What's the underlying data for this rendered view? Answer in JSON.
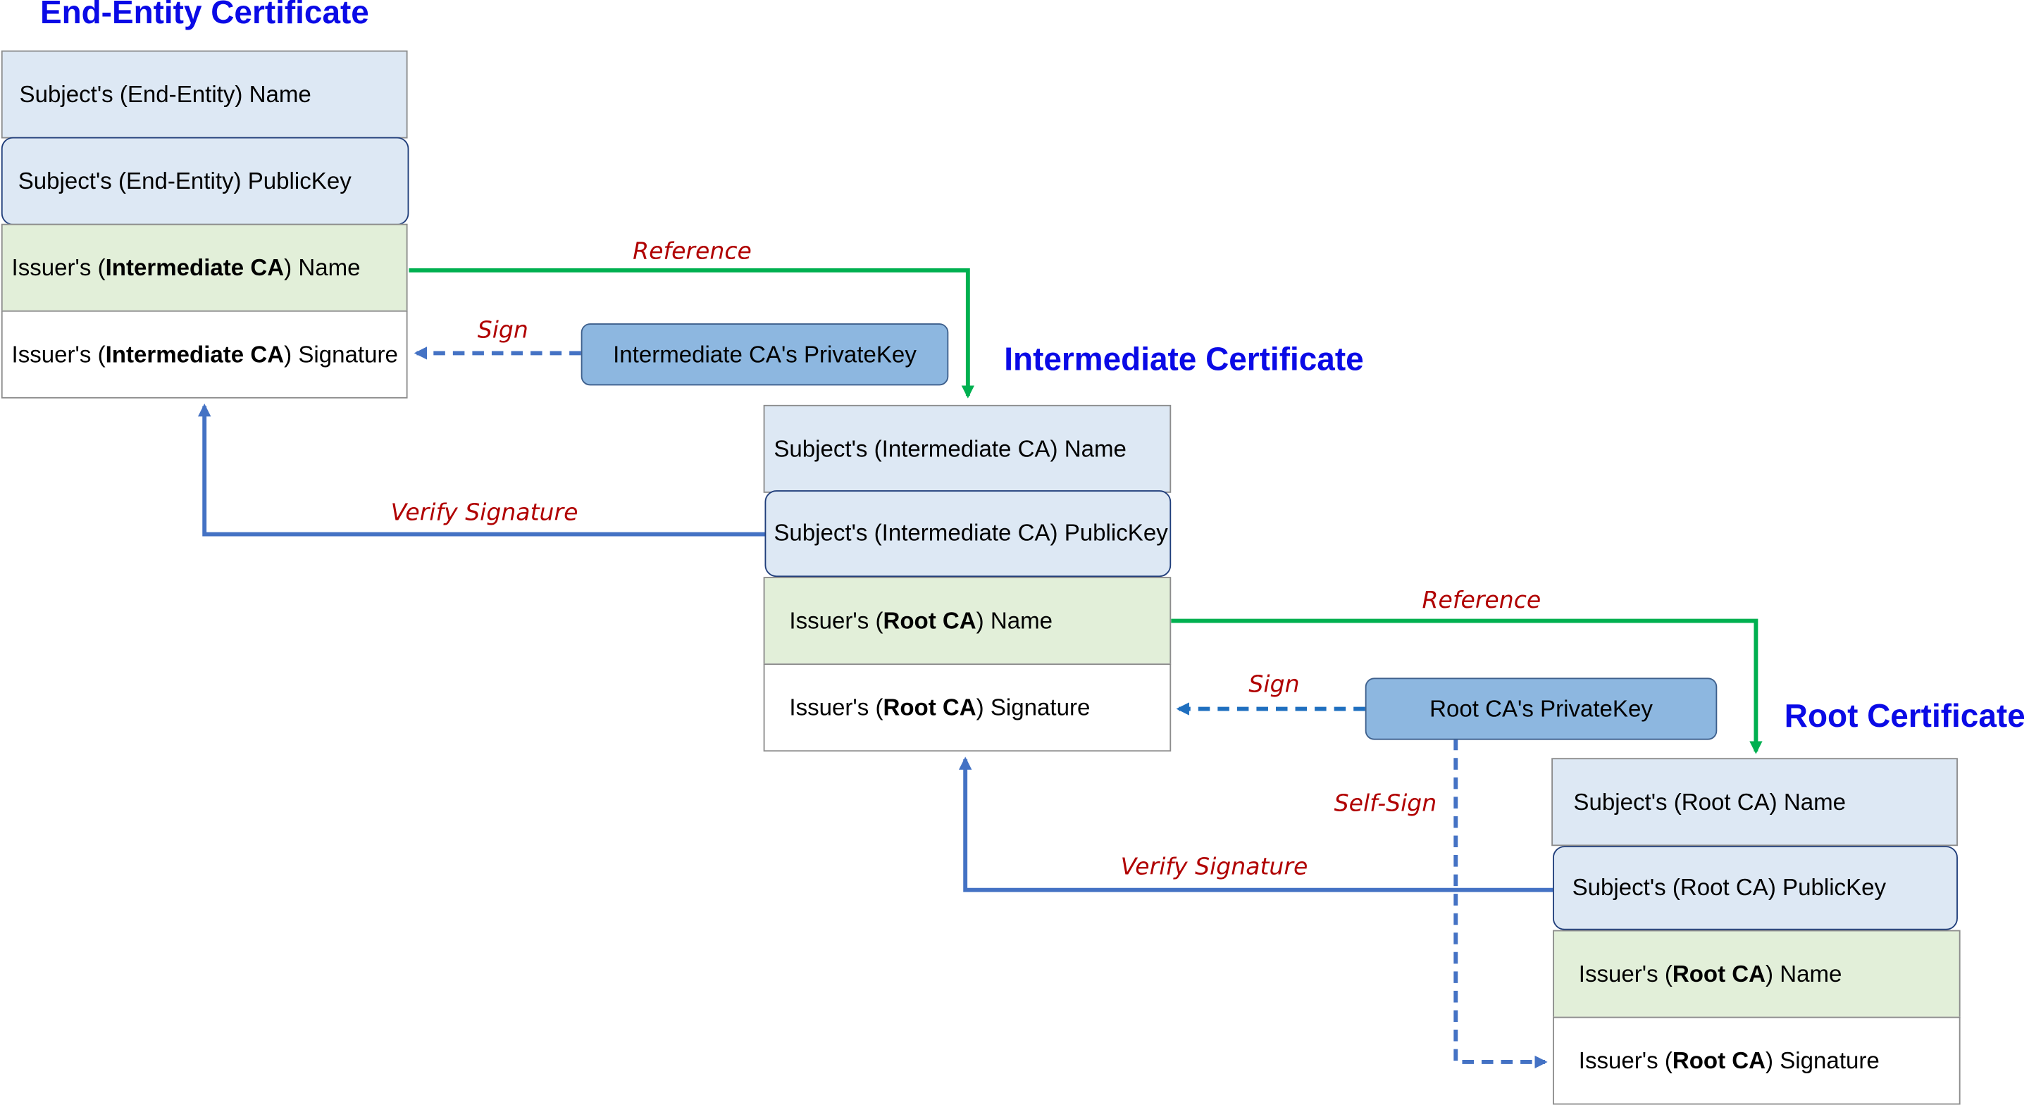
{
  "certificates": {
    "end_entity": {
      "title": "End-Entity Certificate",
      "subject_name": "Subject's (End-Entity) Name",
      "subject_publickey": "Subject's (End-Entity) PublicKey",
      "issuer_name": {
        "pre": "Issuer's (",
        "bold": "Intermediate CA",
        "post": ") Name"
      },
      "issuer_signature": {
        "pre": "Issuer's (",
        "bold": "Intermediate CA",
        "post": ") Signature"
      }
    },
    "intermediate": {
      "title": "Intermediate Certificate",
      "subject_name": "Subject's (Intermediate CA) Name",
      "subject_publickey": "Subject's (Intermediate CA) PublicKey",
      "issuer_name": {
        "pre": "Issuer's (",
        "bold": "Root CA",
        "post": ") Name"
      },
      "issuer_signature": {
        "pre": "Issuer's (",
        "bold": "Root CA",
        "post": ") Signature"
      }
    },
    "root": {
      "title": "Root Certificate",
      "subject_name": "Subject's (Root CA) Name",
      "subject_publickey": "Subject's (Root CA) PublicKey",
      "issuer_name": {
        "pre": "Issuer's (",
        "bold": "Root CA",
        "post": ") Name"
      },
      "issuer_signature": {
        "pre": "Issuer's (",
        "bold": "Root CA",
        "post": ") Signature"
      }
    }
  },
  "private_keys": {
    "intermediate": "Intermediate CA's PrivateKey",
    "root": "Root CA's PrivateKey"
  },
  "edge_labels": {
    "reference_1": "Reference",
    "reference_2": "Reference",
    "sign_1": "Sign",
    "sign_2": "Sign",
    "verify_1": "Verify Signature",
    "verify_2": "Verify Signature",
    "self_sign": "Self-Sign"
  },
  "colors": {
    "title": "#0a0ae6",
    "reference_edge": "#00b050",
    "verify_edge": "#4472c4",
    "sign_edge": "#4472c4",
    "label": "#b00000",
    "subject_fill": "#dde8f4",
    "issuer_fill": "#e2efd9",
    "key_fill": "#8db7e0"
  }
}
